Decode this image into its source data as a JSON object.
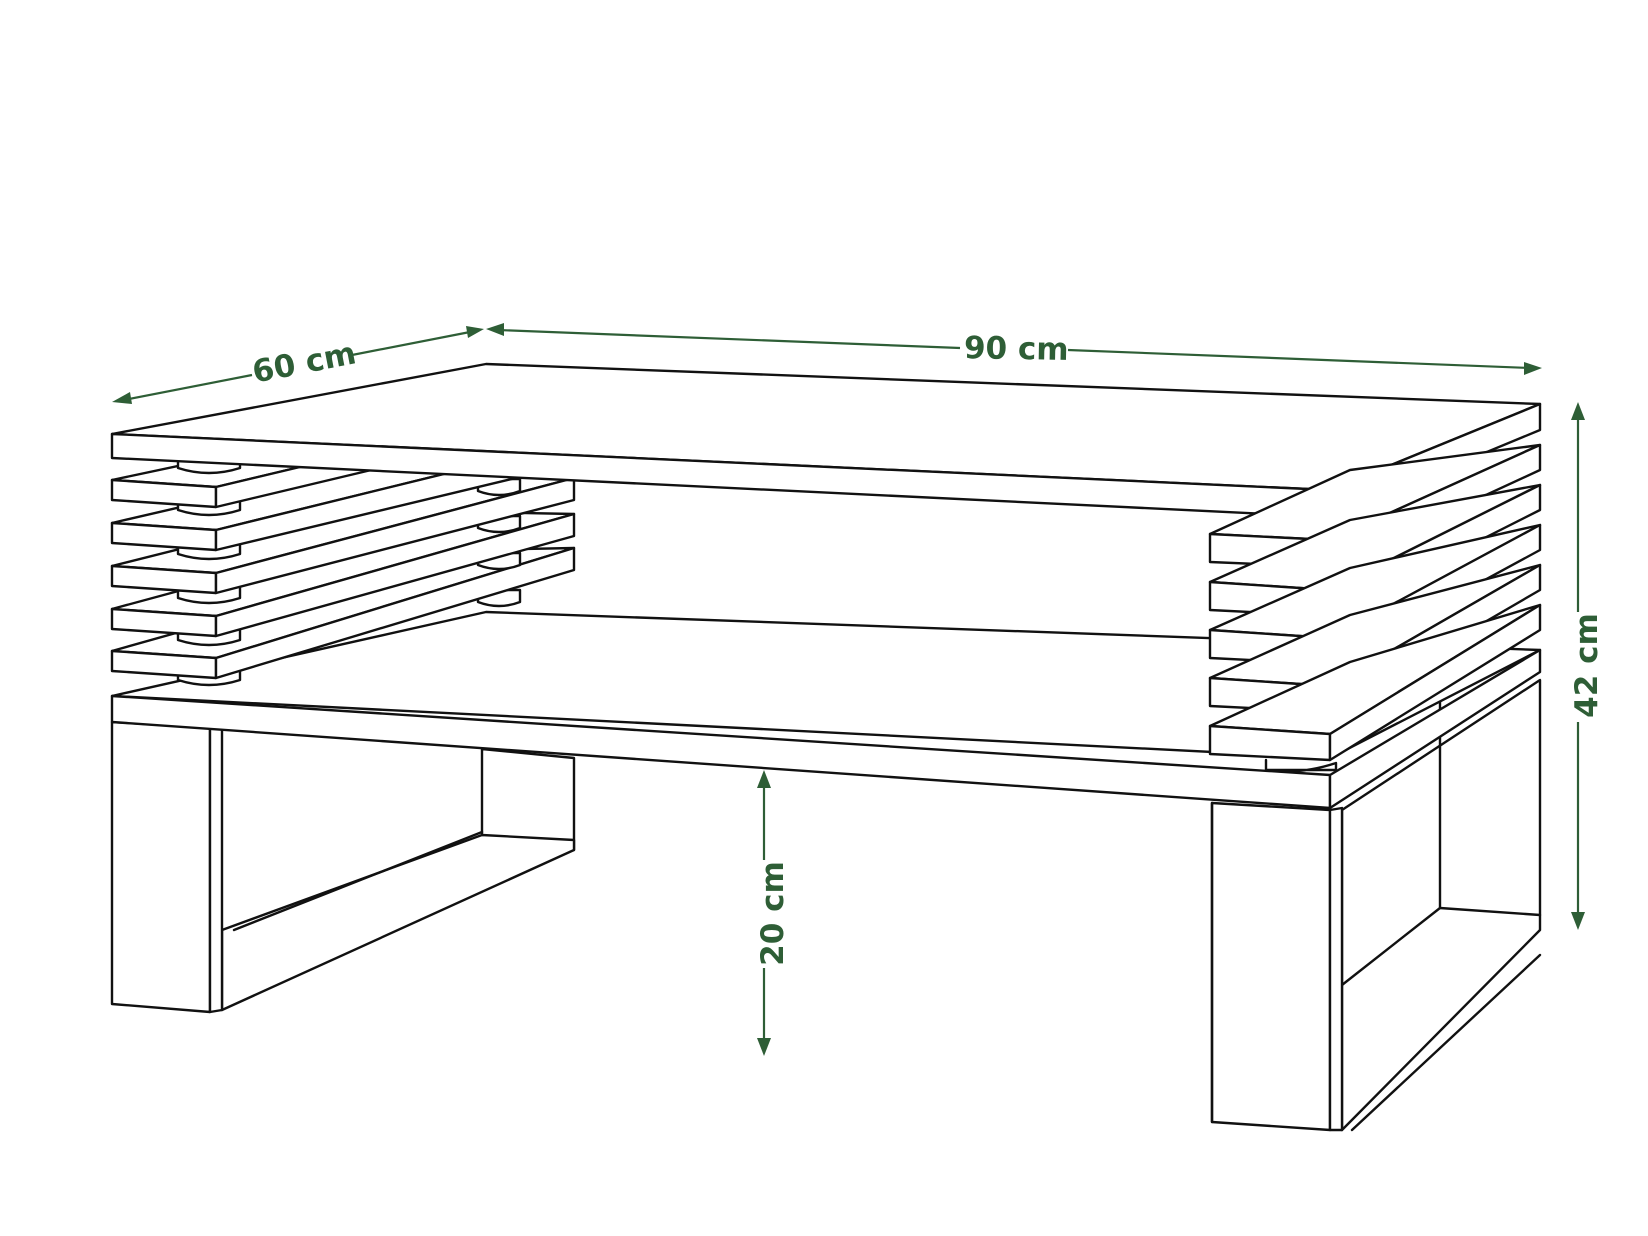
{
  "diagram": {
    "subject": "coffee table with slatted sides and lower shelf",
    "line_color": "#111111",
    "dimension_color": "#2e5e36",
    "background": "#ffffff"
  },
  "dimensions": {
    "depth": {
      "label": "60 cm",
      "value": 60,
      "unit": "cm"
    },
    "width": {
      "label": "90 cm",
      "value": 90,
      "unit": "cm"
    },
    "height": {
      "label": "42 cm",
      "value": 42,
      "unit": "cm"
    },
    "clearance": {
      "label": "20 cm",
      "value": 20,
      "unit": "cm"
    }
  }
}
